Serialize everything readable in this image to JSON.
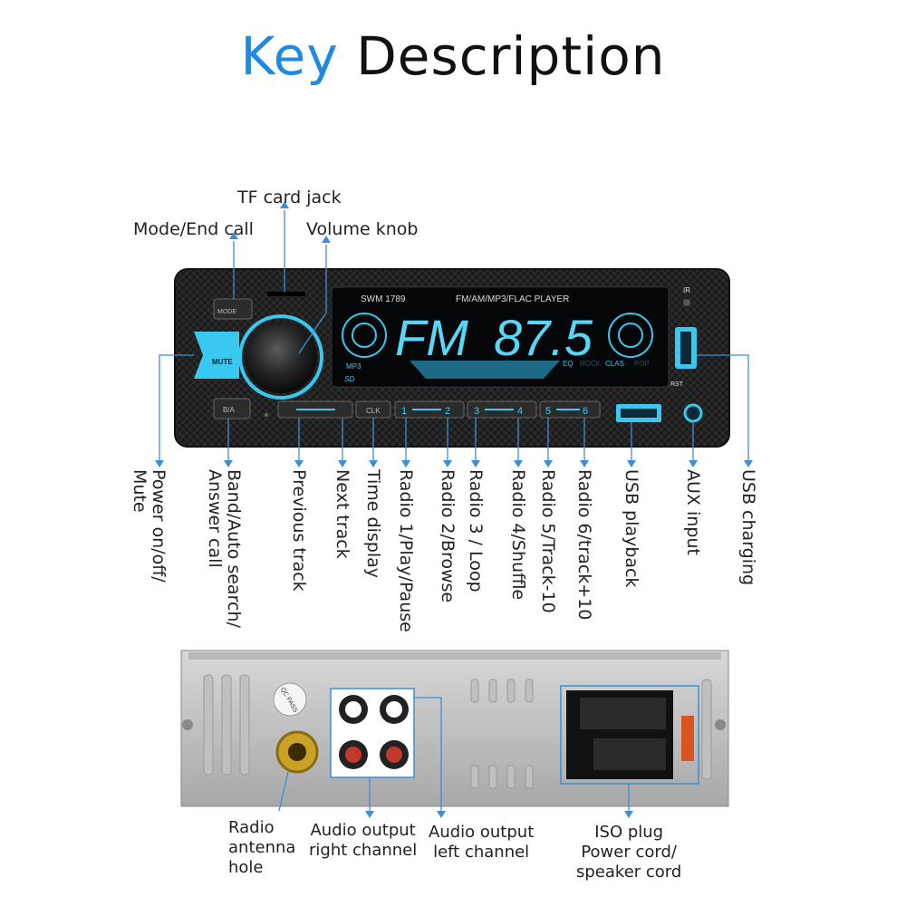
{
  "title": {
    "part1": "Key",
    "part2": "Description"
  },
  "top_labels": {
    "tf_card": "TF card jack",
    "mode": "Mode/End call",
    "volume": "Volume knob"
  },
  "display": {
    "model": "SWM 1789",
    "player": "FM/AM/MP3/FLAC  PLAYER",
    "band": "FM",
    "freq": "87.5",
    "mp3": "MP3",
    "eq": "EQ",
    "rock": "ROCK",
    "clas": "CLAS",
    "pop": "POP",
    "ir": "IR",
    "rst": "RST",
    "sd": "SD"
  },
  "buttons": {
    "mode": "MODE",
    "mute": "MUTE",
    "ba": "B/A",
    "clk": "CLK",
    "b1": "1",
    "b2": "2",
    "b3": "3",
    "b4": "4",
    "b5": "5",
    "b6": "6"
  },
  "vertical_labels": [
    [
      "Power on/off/",
      "Mute"
    ],
    [
      "Band/Auto search/",
      "Answer call"
    ],
    [
      "Previous track"
    ],
    [
      "Next track"
    ],
    [
      "Time display"
    ],
    [
      "Radio 1/Play/Pause"
    ],
    [
      "Radio 2/Browse"
    ],
    [
      "Radio 3 / Loop"
    ],
    [
      "Radio 4/Shuffle"
    ],
    [
      "Radio 5/Track-10"
    ],
    [
      "Radio 6/track+10"
    ],
    [
      "USB playback"
    ],
    [
      "AUX input"
    ],
    [
      "USB charging"
    ]
  ],
  "back": {
    "qc": "QC PASS",
    "antenna": [
      "Radio",
      "antenna",
      "hole"
    ],
    "right_ch": [
      "Audio output",
      "right channel"
    ],
    "left_ch": [
      "Audio output",
      "left channel"
    ],
    "iso": [
      "ISO plug",
      "Power cord/",
      "speaker cord"
    ]
  },
  "colors": {
    "accent": "#1f8ae0",
    "display": "#38c8f0",
    "leader": "#3a8fd8"
  }
}
